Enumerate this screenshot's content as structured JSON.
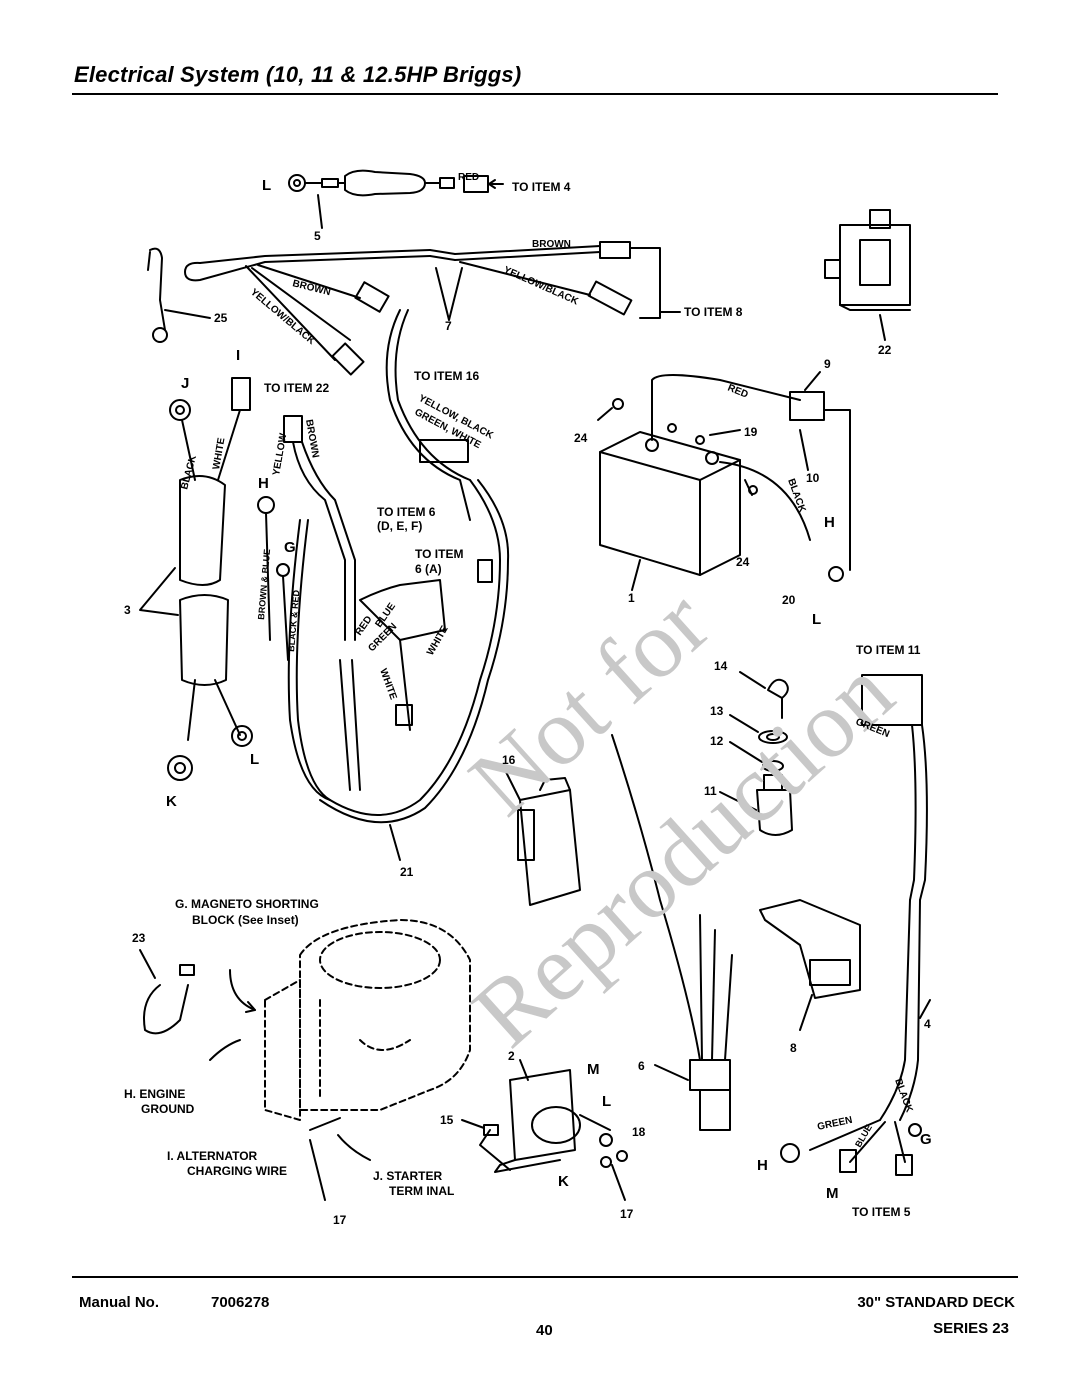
{
  "title": "Electrical System (10, 11 & 12.5HP Briggs)",
  "watermark": {
    "line1": "Not for",
    "line2": "Reproduction"
  },
  "footer": {
    "manual_label": "Manual No.",
    "manual_number": "7006278",
    "page_number": "40",
    "deck": "30\" STANDARD DECK",
    "series": "SERIES 23"
  },
  "callouts": {
    "to_item_4": "TO ITEM 4",
    "to_item_8": "TO ITEM 8",
    "to_item_16": "TO ITEM 16",
    "to_item_22": "TO ITEM 22",
    "to_item_6_def_1": "TO ITEM 6",
    "to_item_6_def_2": "(D, E, F)",
    "to_item_6_a_1": "TO ITEM",
    "to_item_6_a_2": "6 (A)",
    "to_item_11": "TO ITEM 11",
    "to_item_5": "TO ITEM 5"
  },
  "wire_labels": {
    "red_top": "RED",
    "brown_right": "BROWN",
    "yellow_black_right": "YELLOW/BLACK",
    "brown_left": "BROWN",
    "yellow_black_left": "YELLOW/BLACK",
    "black_j": "BLACK",
    "white_j": "WHITE",
    "yellow_i": "YELLOW",
    "brown_i": "BROWN",
    "brown_blue": "BROWN & BLUE",
    "black_red": "BLACK & RED",
    "yellow_black_16a": "YELLOW, BLACK",
    "green_white_16b": "GREEN, WHITE",
    "red_plug": "RED",
    "blue_plug": "BLUE",
    "green_plug": "GREEN",
    "white_plug": "WHITE",
    "white_lower": "WHITE",
    "red_battery": "RED",
    "black_battery": "BLACK",
    "green_11": "GREEN",
    "green_4": "GREEN",
    "blue_4": "BLUE",
    "black_4": "BLACK"
  },
  "letters": {
    "L_top": "L",
    "I": "I",
    "J": "J",
    "H_left": "H",
    "G_left": "G",
    "K": "K",
    "L_left": "L",
    "H_battery": "H",
    "L_battery": "L",
    "M_sol": "M",
    "L_sol": "L",
    "K_sol": "K",
    "H_harness": "H",
    "G_harness": "G",
    "M_harness": "M"
  },
  "part_numbers": [
    "1",
    "2",
    "3",
    "4",
    "5",
    "6",
    "7",
    "8",
    "9",
    "10",
    "11",
    "12",
    "13",
    "14",
    "15",
    "16",
    "17",
    "17",
    "18",
    "19",
    "20",
    "21",
    "22",
    "23",
    "24",
    "24",
    "25"
  ],
  "inset": {
    "g_1": "G.  MAGNETO SHORTING",
    "g_2": "BLOCK (See Inset)",
    "h_1": "H.  ENGINE",
    "h_2": "GROUND",
    "i_1": "I.  ALTERNATOR",
    "i_2": "CHARGING WIRE",
    "j_1": "J.  STARTER",
    "j_2": "TERM INAL"
  }
}
